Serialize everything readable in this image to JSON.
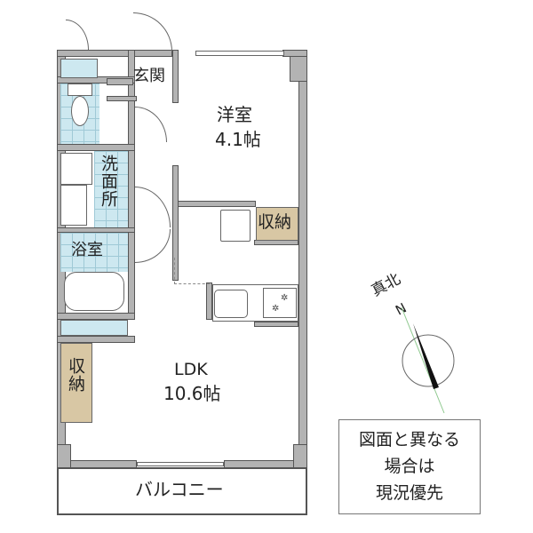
{
  "floor_plan": {
    "rooms": {
      "entrance": {
        "label": "玄関"
      },
      "western_room": {
        "name": "洋室",
        "size": "4.1帖"
      },
      "closet_western": {
        "label": "収納"
      },
      "washroom": {
        "label": "洗面所"
      },
      "bathroom": {
        "label": "浴室"
      },
      "ldk": {
        "name": "LDK",
        "size": "10.6帖"
      },
      "closet_ldk": {
        "label": "収納"
      },
      "balcony": {
        "label": "バルコニー"
      }
    },
    "compass": {
      "true_north_label": "真北",
      "north_letter": "N"
    },
    "notice": {
      "line1": "図面と異なる",
      "line2": "場合は",
      "line3": "現況優先"
    },
    "colors": {
      "wall": "#b3b3b3",
      "wet_area": "#cde8f0",
      "storage": "#d8c7a4",
      "line": "#555555"
    }
  }
}
